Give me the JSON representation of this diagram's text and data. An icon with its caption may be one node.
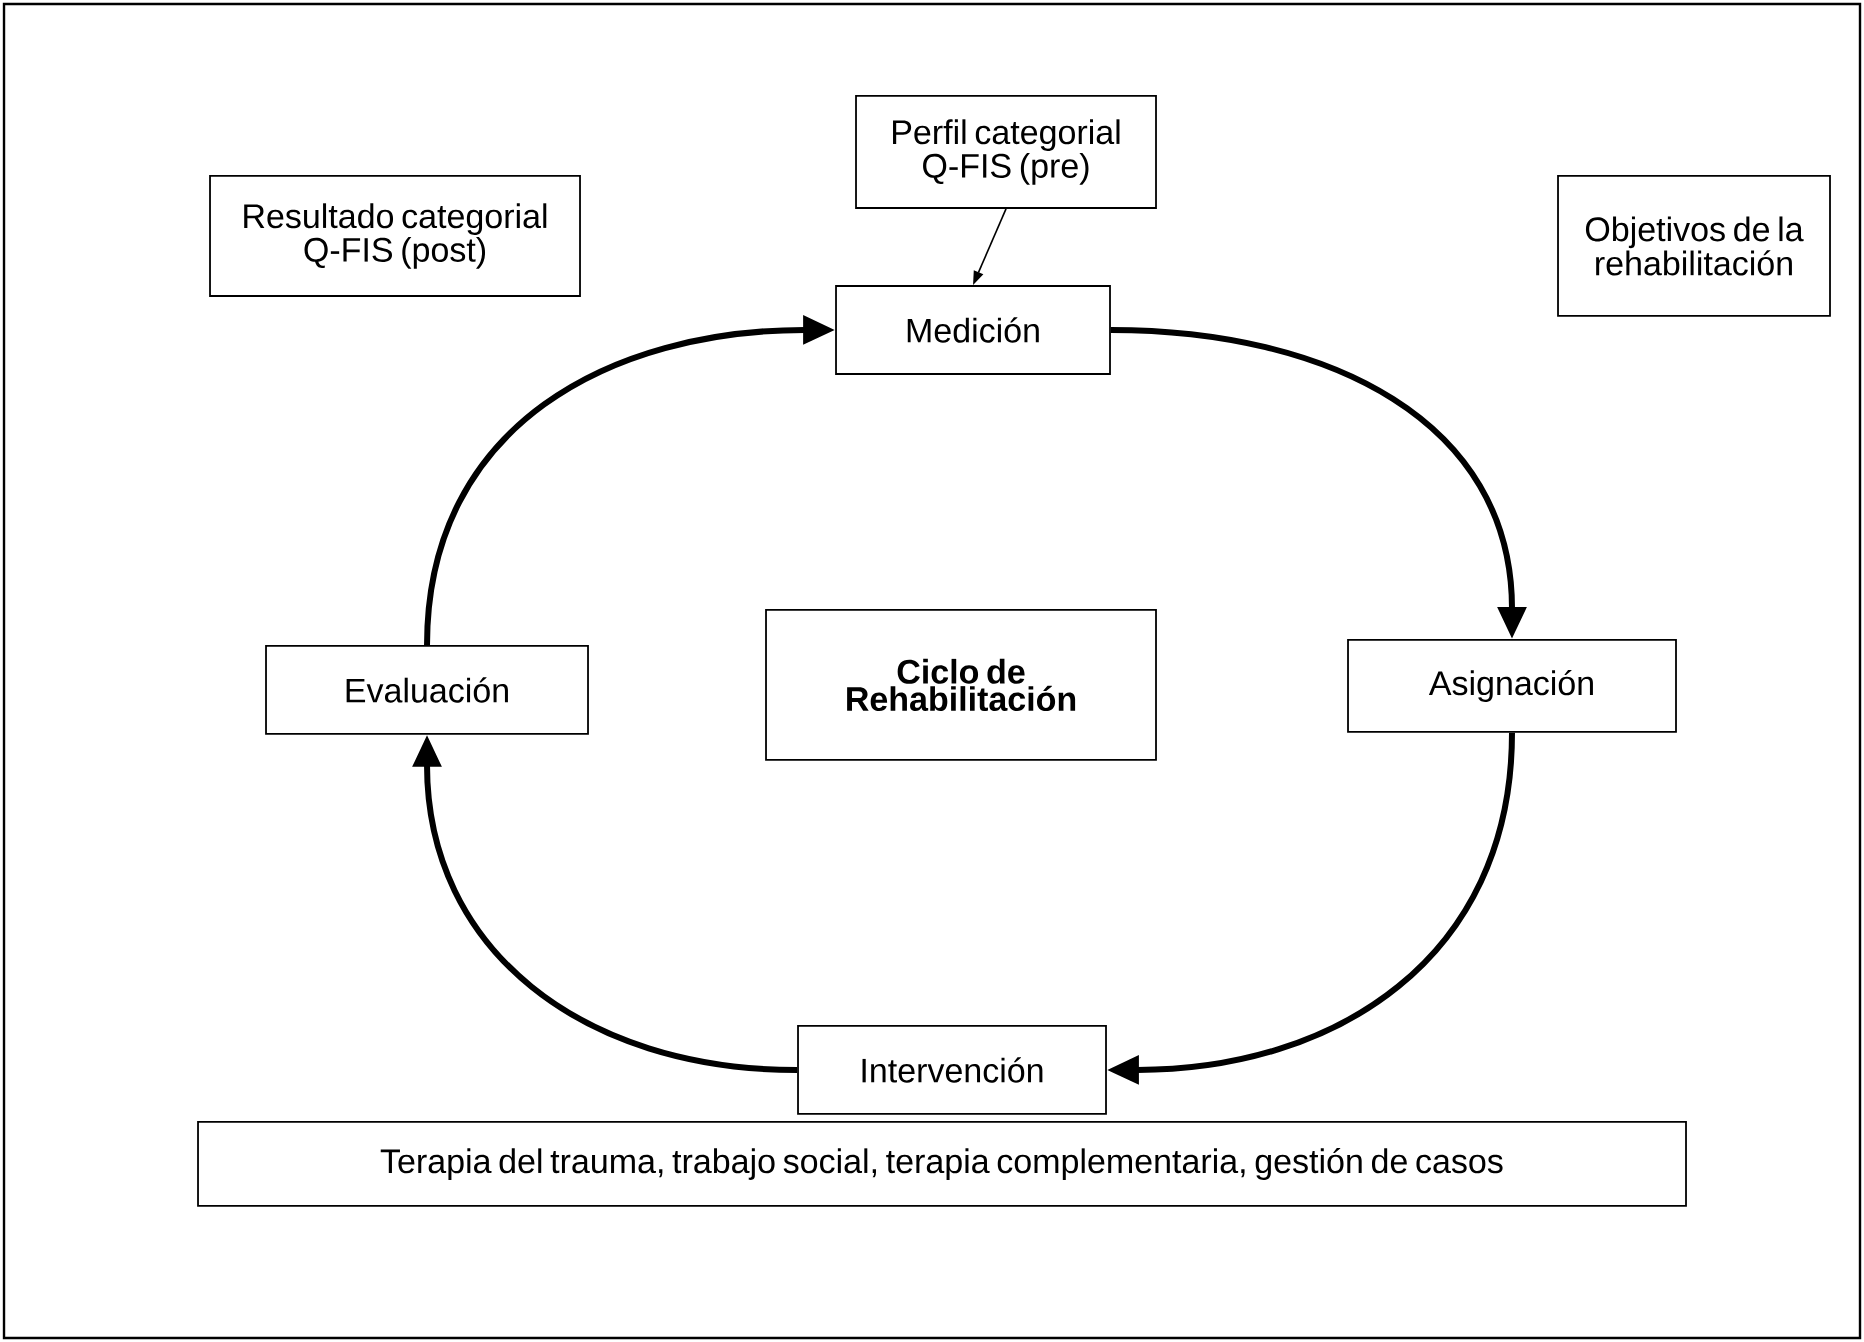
{
  "diagram": {
    "nodes": [
      {
        "text": [
          "Perfil categorial Q-FIS (pre)"
        ]
      },
      {
        "text": [
          "Resultado categorial Q-FIS (post)"
        ]
      },
      {
        "text": [
          "Objetivos de la rehabilitación"
        ]
      },
      {
        "text": [
          "Medición"
        ]
      },
      {
        "text": [
          "Evaluación"
        ]
      },
      {
        "text": [
          "Ciclo de Rehabilitación"
        ]
      },
      {
        "text": [
          "Asignación"
        ]
      },
      {
        "text": [
          "Intervención"
        ]
      },
      {
        "text": [
          "Terapia del trauma, trabajo social, terapia complementaria, gestión de casos"
        ]
      }
    ],
    "edges": [
      {
        "from": 0,
        "to": 3,
        "arrow": "to"
      },
      {
        "from": 3,
        "to": 6,
        "arrow": "to"
      },
      {
        "from": 6,
        "to": 7,
        "arrow": "to"
      },
      {
        "from": 7,
        "to": 4,
        "arrow": "to"
      },
      {
        "from": 4,
        "to": 3,
        "arrow": "to"
      }
    ]
  }
}
